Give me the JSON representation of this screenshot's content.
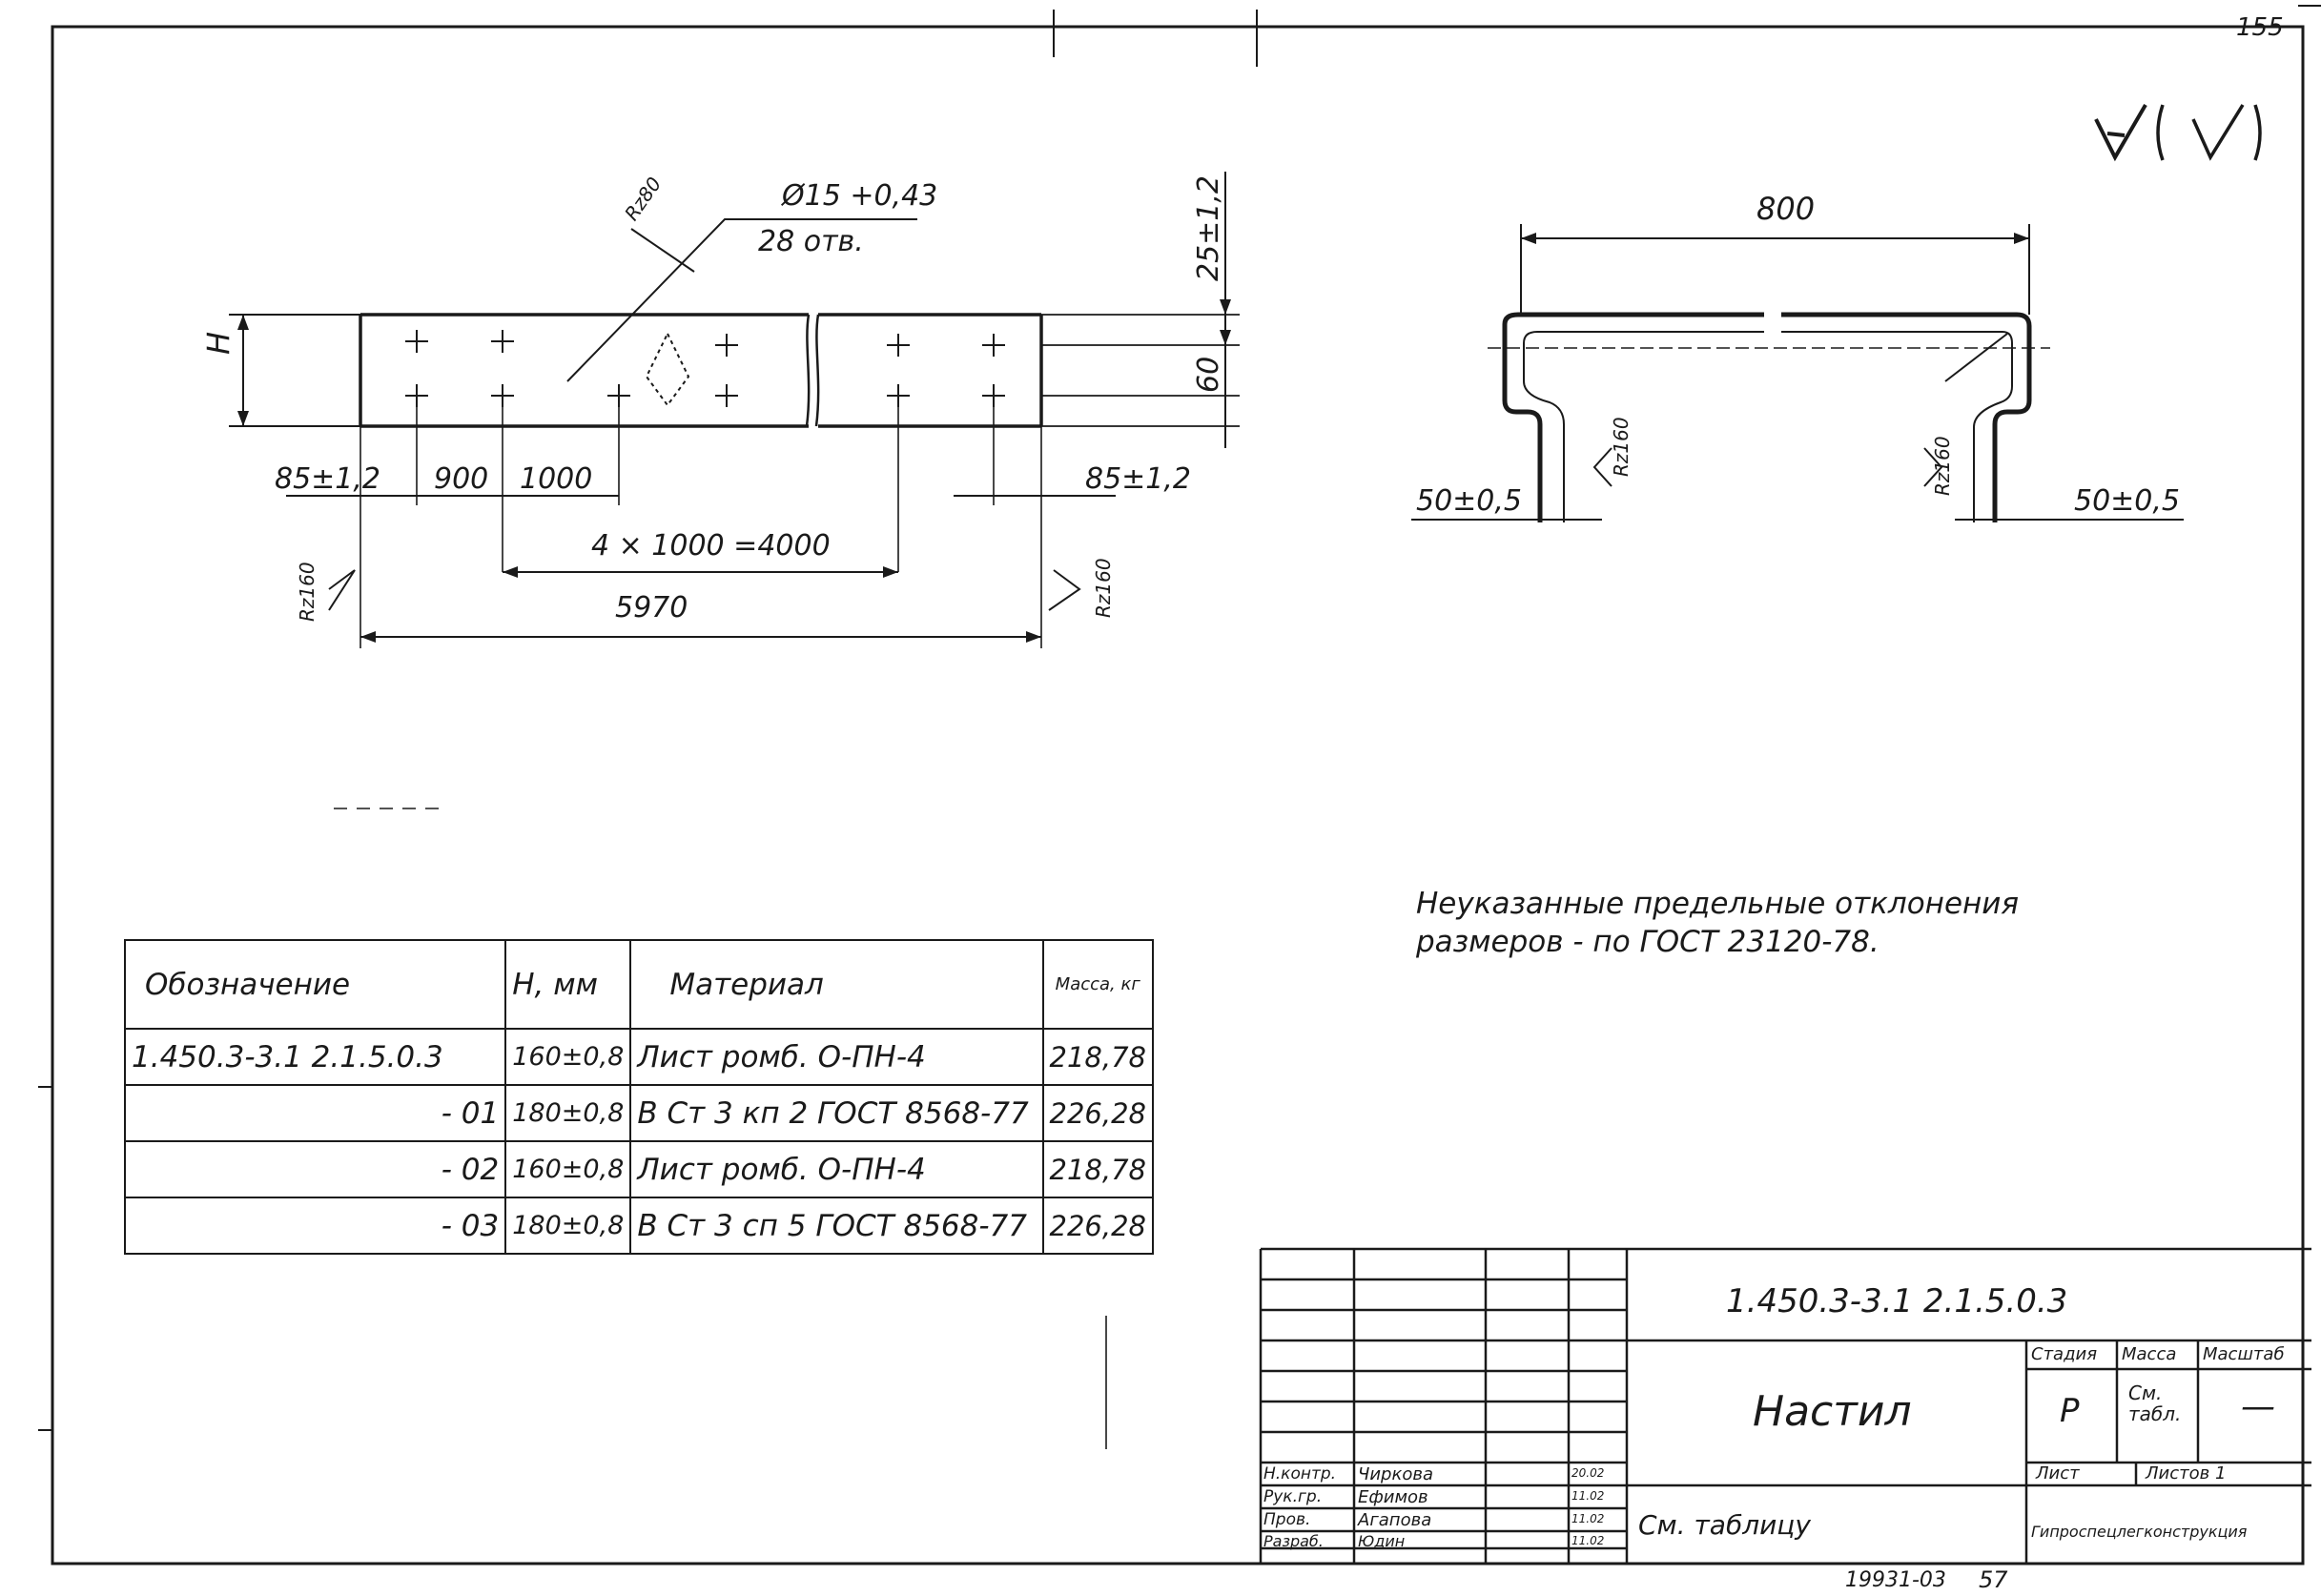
{
  "sheet": {
    "page_number": "155",
    "document_code": "1.450.3-3.1  2.1.5.0.3",
    "archive_number": "19931-03",
    "archive_page": "57",
    "roughness_symbol": "√ (√)"
  },
  "drawing_left": {
    "hole_callout": "Ø15 +0,43",
    "hole_count": "28 отв.",
    "roughness_top": "Rz80",
    "height_label": "H",
    "offset_vertical": "25±1,2",
    "row_spacing": "60",
    "edge_left": "85±1,2",
    "gap_900": "900",
    "gap_1000": "1000",
    "edge_right": "85±1,2",
    "pitch_total": "4 × 1000 =4000",
    "overall_length": "5970",
    "roughness_left": "Rz160",
    "roughness_right": "Rz160"
  },
  "drawing_right": {
    "width": "800",
    "flange_left": "50±0,5",
    "flange_right": "50±0,5",
    "roughness_left": "Rz160",
    "roughness_right": "Rz160"
  },
  "note": {
    "line1": "Неуказанные предельные отклонения",
    "line2": "размеров - по ГОСТ 23120-78."
  },
  "spec_table": {
    "headers": [
      "Обозначение",
      "H, мм",
      "Материал",
      "Масса, кг"
    ],
    "rows": [
      {
        "designation": "1.450.3-3.1   2.1.5.0.3",
        "h": "160±0,8",
        "material": "Лист ромб. О-ПН-4",
        "mass": "218,78"
      },
      {
        "designation": "- 01",
        "h": "180±0,8",
        "material": "В Ст 3 кп 2 ГОСТ 8568-77",
        "mass": "226,28"
      },
      {
        "designation": "- 02",
        "h": "160±0,8",
        "material": "Лист ромб. О-ПН-4",
        "mass": "218,78"
      },
      {
        "designation": "- 03",
        "h": "180±0,8",
        "material": "В Ст 3 сп 5 ГОСТ 8568-77",
        "mass": "226,28"
      }
    ]
  },
  "title_block": {
    "code": "1.450.3-3.1  2.1.5.0.3",
    "title": "Настил",
    "material_note": "См. таблицу",
    "stage_label": "Стадия",
    "mass_label": "Масса",
    "scale_label": "Масштаб",
    "stage_value": "Р",
    "mass_value": "См. табл.",
    "scale_value": "—",
    "sheet_label": "Лист",
    "sheets_label": "Листов 1",
    "organization": "Гипроспецлегконструкция",
    "signatures": [
      {
        "role": "Н.контр.",
        "name": "Чиркова",
        "date": "20.02"
      },
      {
        "role": "Рук.гр.",
        "name": "Ефимов",
        "date": "11.02"
      },
      {
        "role": "Пров.",
        "name": "Агапова",
        "date": "11.02"
      },
      {
        "role": "Разраб.",
        "name": "Юдин",
        "date": "11.02"
      }
    ]
  }
}
